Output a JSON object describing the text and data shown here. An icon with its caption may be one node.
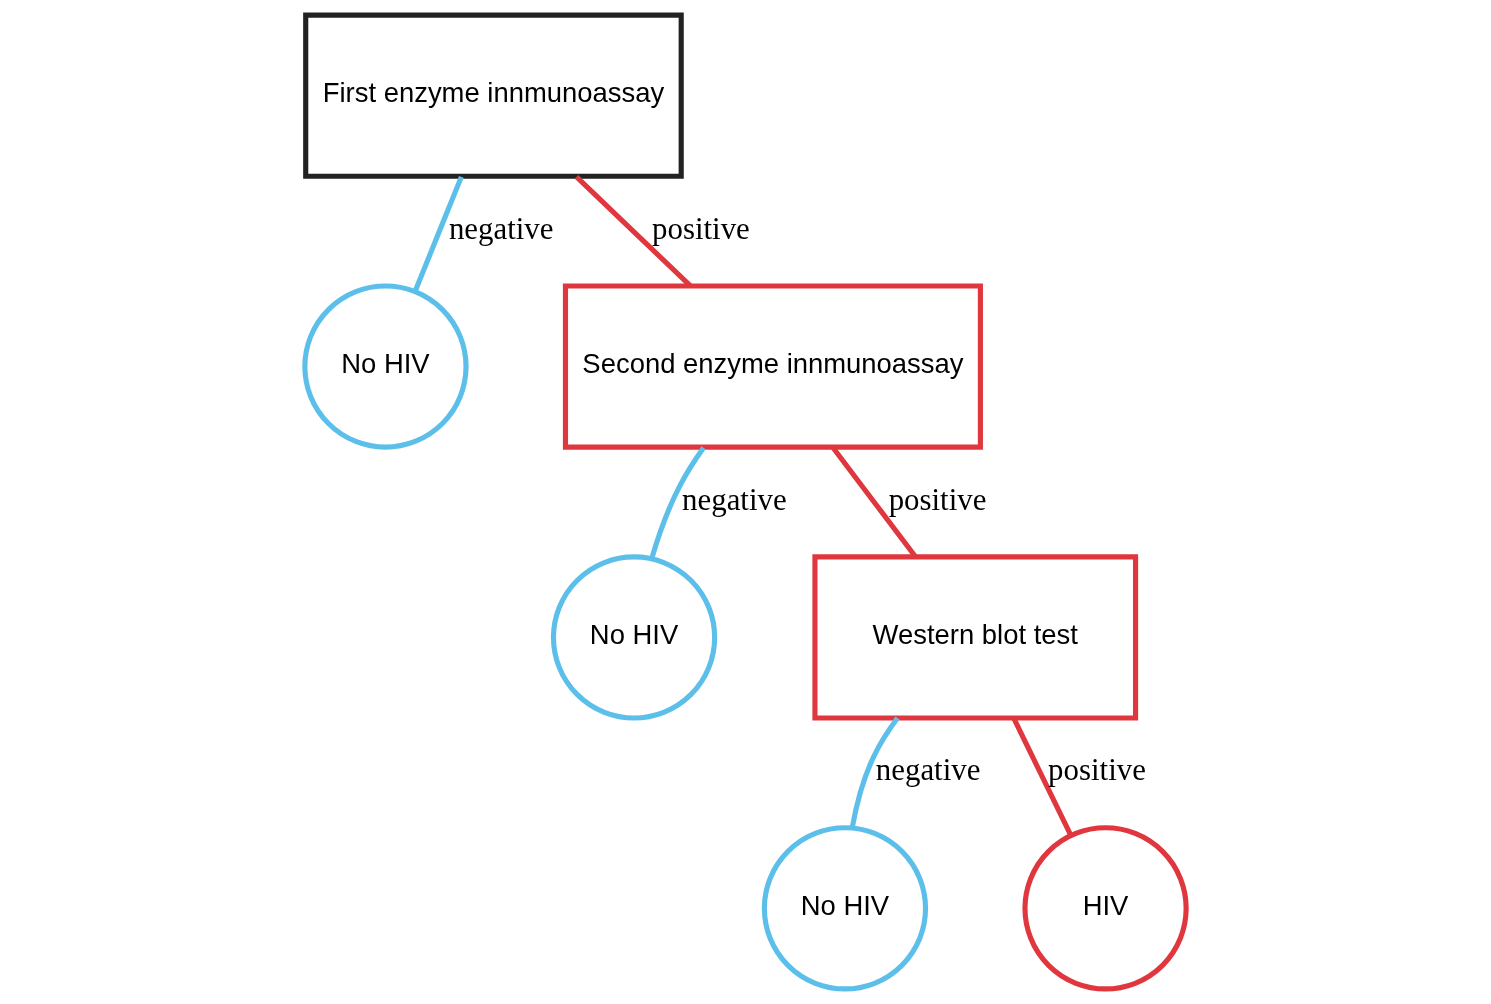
{
  "diagram": {
    "nodes": [
      {
        "text": [
          "First enzyme innmunoassay"
        ]
      },
      {
        "text": [
          "No HIV"
        ]
      },
      {
        "text": [
          "Second enzyme innmunoassay"
        ]
      },
      {
        "text": [
          "No HIV"
        ]
      },
      {
        "text": [
          "Western blot test"
        ]
      },
      {
        "text": [
          "No HIV"
        ]
      },
      {
        "text": [
          "HIV"
        ]
      }
    ],
    "edges": [
      {
        "from": 0,
        "to": 1,
        "arrow": "none",
        "label": "negative",
        "color": "#5bbfea"
      },
      {
        "from": 0,
        "to": 2,
        "arrow": "none",
        "label": "positive",
        "color": "#e0373f"
      },
      {
        "from": 2,
        "to": 3,
        "arrow": "none",
        "label": "negative",
        "color": "#5bbfea"
      },
      {
        "from": 2,
        "to": 4,
        "arrow": "none",
        "label": "positive",
        "color": "#e0373f"
      },
      {
        "from": 4,
        "to": 5,
        "arrow": "none",
        "label": "negative",
        "color": "#5bbfea"
      },
      {
        "from": 4,
        "to": 6,
        "arrow": "none",
        "label": "positive",
        "color": "#e0373f"
      }
    ]
  }
}
